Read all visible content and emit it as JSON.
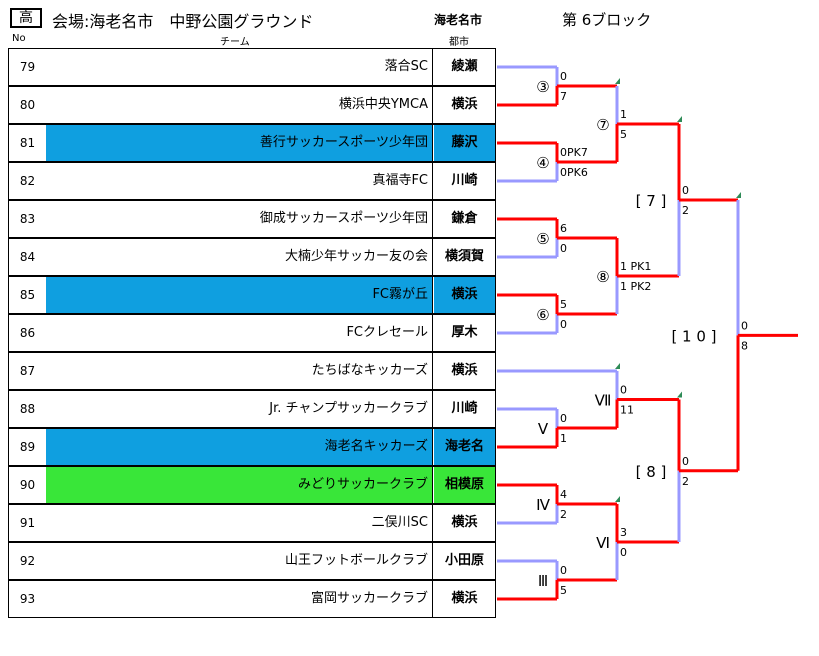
{
  "header": {
    "grade": "高",
    "venue": "会場:海老名市　中野公園グラウンド",
    "city": "海老名市",
    "block": "第 6ブロック"
  },
  "columns": {
    "no": "No",
    "team": "チーム",
    "city": "都市"
  },
  "colors": {
    "blue": "#0f9fe0",
    "green": "#39e639",
    "winner_line": "#ff0000",
    "loser_line": "#9999ff"
  },
  "teams": [
    {
      "no": "79",
      "name": "落合SC",
      "city": "綾瀬",
      "bg": "#ffffff"
    },
    {
      "no": "80",
      "name": "横浜中央YMCA",
      "city": "横浜",
      "bg": "#ffffff"
    },
    {
      "no": "81",
      "name": "善行サッカースポーツ少年団",
      "city": "藤沢",
      "bg": "#0f9fe0"
    },
    {
      "no": "82",
      "name": "真福寺FC",
      "city": "川崎",
      "bg": "#ffffff"
    },
    {
      "no": "83",
      "name": "御成サッカースポーツ少年団",
      "city": "鎌倉",
      "bg": "#ffffff"
    },
    {
      "no": "84",
      "name": "大楠少年サッカー友の会",
      "city": "横須賀",
      "bg": "#ffffff"
    },
    {
      "no": "85",
      "name": "FC霧が丘",
      "city": "横浜",
      "bg": "#0f9fe0"
    },
    {
      "no": "86",
      "name": "FCクレセール",
      "city": "厚木",
      "bg": "#ffffff"
    },
    {
      "no": "87",
      "name": "たちばなキッカーズ",
      "city": "横浜",
      "bg": "#ffffff"
    },
    {
      "no": "88",
      "name": "Jr. チャンプサッカークラブ",
      "city": "川崎",
      "bg": "#ffffff"
    },
    {
      "no": "89",
      "name": "海老名キッカーズ",
      "city": "海老名",
      "bg": "#0f9fe0"
    },
    {
      "no": "90",
      "name": "みどりサッカークラブ",
      "city": "相模原",
      "bg": "#39e639"
    },
    {
      "no": "91",
      "name": "二俣川SC",
      "city": "横浜",
      "bg": "#ffffff"
    },
    {
      "no": "92",
      "name": "山王フットボールクラブ",
      "city": "小田原",
      "bg": "#ffffff"
    },
    {
      "no": "93",
      "name": "富岡サッカークラブ",
      "city": "横浜",
      "bg": "#ffffff"
    }
  ],
  "bracket": {
    "matches": [
      {
        "label": "③",
        "top_score": "0",
        "bottom_score": "7",
        "winner": "bottom"
      },
      {
        "label": "④",
        "top_score": "0PK7",
        "bottom_score": "0PK6",
        "winner": "top"
      },
      {
        "label": "⑤",
        "top_score": "6",
        "bottom_score": "0",
        "winner": "top"
      },
      {
        "label": "⑥",
        "top_score": "5",
        "bottom_score": "0",
        "winner": "top"
      },
      {
        "label": "Ⅴ",
        "top_score": "0",
        "bottom_score": "1",
        "winner": "bottom"
      },
      {
        "label": "Ⅳ",
        "top_score": "4",
        "bottom_score": "2",
        "winner": "top"
      },
      {
        "label": "Ⅲ",
        "top_score": "0",
        "bottom_score": "5",
        "winner": "bottom"
      },
      {
        "label": "⑦",
        "top_score": "1",
        "bottom_score": "5",
        "winner": "bottom"
      },
      {
        "label": "⑧",
        "top_score": "1 PK1",
        "bottom_score": "1 PK2",
        "winner": "top"
      },
      {
        "label": "Ⅶ",
        "top_score": "0",
        "bottom_score": "11",
        "winner": "bottom"
      },
      {
        "label": "Ⅵ",
        "top_score": "3",
        "bottom_score": "0",
        "winner": "top"
      },
      {
        "label": "[ 7 ]",
        "top_score": "0",
        "bottom_score": "2",
        "winner": "top"
      },
      {
        "label": "[ 8 ]",
        "top_score": "0",
        "bottom_score": "2",
        "winner": "top"
      },
      {
        "label": "[ 1 0 ]",
        "top_score": "0",
        "bottom_score": "8",
        "winner": "bottom"
      }
    ]
  }
}
